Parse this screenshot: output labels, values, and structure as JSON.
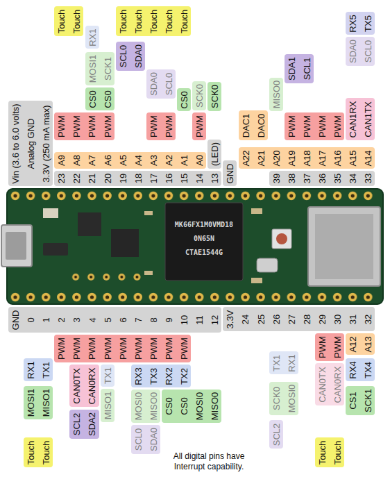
{
  "diagram": {
    "nodes": [
      {
        "text": [
          "Touch",
          "Touch"
        ]
      },
      {
        "text": [
          "RX1"
        ]
      },
      {
        "text": [
          "Touch",
          "Touch",
          "Touch",
          "Touch",
          "Touch"
        ]
      },
      {
        "text": [
          "RX5",
          "TX5"
        ]
      },
      {
        "text": [
          "SDA0",
          "SCL0"
        ]
      },
      {
        "text": [
          "SCL0",
          "SDA0"
        ]
      },
      {
        "text": [
          "SDA1",
          "SCL1"
        ]
      },
      {
        "text": [
          "MOSI1",
          "SCK1"
        ]
      },
      {
        "text": [
          "SDA0",
          "SCL0"
        ]
      },
      {
        "text": [
          "CS0",
          "CS0"
        ]
      },
      {
        "text": [
          "CS0"
        ]
      },
      {
        "text": [
          "SCK0"
        ]
      },
      {
        "text": [
          "SCK0"
        ]
      },
      {
        "text": [
          "MISO0"
        ]
      },
      {
        "text": [
          "CAN1RX",
          "CAN1TX"
        ]
      },
      {
        "text": [
          "PWM",
          "PWM",
          "PWM",
          "PWM"
        ]
      },
      {
        "text": [
          "PWM",
          "PWM"
        ]
      },
      {
        "text": [
          "PWM"
        ]
      },
      {
        "text": [
          "DAC1",
          "DAC0"
        ]
      },
      {
        "text": [
          "PWM",
          "PWM",
          "PWM",
          "PWM"
        ]
      },
      {
        "text": [
          "A9",
          "A8",
          "A7",
          "A6",
          "A5",
          "A4",
          "A3",
          "A2",
          "A1",
          "A0"
        ]
      },
      {
        "text": [
          "(LED)"
        ]
      },
      {
        "text": [
          "A22",
          "A21",
          "A20",
          "A19",
          "A18",
          "A17",
          "A16",
          "A15",
          "A14"
        ]
      },
      {
        "text": [
          "Vin  (3.6 to 6.0 volts)",
          "Analog GND",
          "3.3V (250 mA max)"
        ]
      },
      {
        "text": [
          "23",
          "22",
          "21",
          "20",
          "19",
          "18",
          "17",
          "16",
          "15",
          "14",
          "13"
        ]
      },
      {
        "text": [
          "GND"
        ]
      },
      {
        "text": [
          "39",
          "38",
          "37",
          "36",
          "35",
          "34",
          "33"
        ]
      },
      {
        "text": [
          "GND",
          "0",
          "1",
          "2",
          "3",
          "4",
          "5",
          "6",
          "7",
          "8",
          "9",
          "10",
          "11",
          "12"
        ]
      },
      {
        "text": [
          "3.3V",
          "24",
          "25",
          "26",
          "27",
          "28",
          "29",
          "30",
          "31",
          "32"
        ]
      },
      {
        "text": [
          "PWM",
          "PWM",
          "PWM",
          "PWM",
          "PWM",
          "PWM",
          "PWM",
          "PWM",
          "PWM"
        ]
      },
      {
        "text": [
          "PWM",
          "PWM"
        ]
      },
      {
        "text": [
          "A12",
          "A13"
        ]
      },
      {
        "text": [
          "RX1",
          "TX1"
        ]
      },
      {
        "text": [
          "CAN0TX",
          "CAN0RX"
        ]
      },
      {
        "text": [
          "TX1"
        ]
      },
      {
        "text": [
          "RX3",
          "TX3",
          "RX2",
          "TX2"
        ]
      },
      {
        "text": [
          "TX1",
          "RX1"
        ]
      },
      {
        "text": [
          "CAN0TX",
          "CAN0RX"
        ]
      },
      {
        "text": [
          "RX4",
          "TX4"
        ]
      },
      {
        "text": [
          "MOSI1",
          "MISO1"
        ]
      },
      {
        "text": [
          "MISO1"
        ]
      },
      {
        "text": [
          "MOSI0",
          "MISO0"
        ]
      },
      {
        "text": [
          "CS0",
          "CS0",
          "MOSI0",
          "MISO0"
        ]
      },
      {
        "text": [
          "SCK0",
          "MOSI0"
        ]
      },
      {
        "text": [
          "CS1",
          "SCK1"
        ]
      },
      {
        "text": [
          "SCL2",
          "SDA2"
        ]
      },
      {
        "text": [
          "SCL0",
          "SDA0"
        ]
      },
      {
        "text": [
          "SCL2"
        ]
      },
      {
        "text": [
          "Touch",
          "Touch"
        ]
      },
      {
        "text": [
          "Touch",
          "Touch"
        ]
      }
    ],
    "labels": [
      "MK66FX1M0VMD18",
      "0N65N",
      "CTAE1544G",
      "All digital pins have Interrupt capability."
    ]
  }
}
